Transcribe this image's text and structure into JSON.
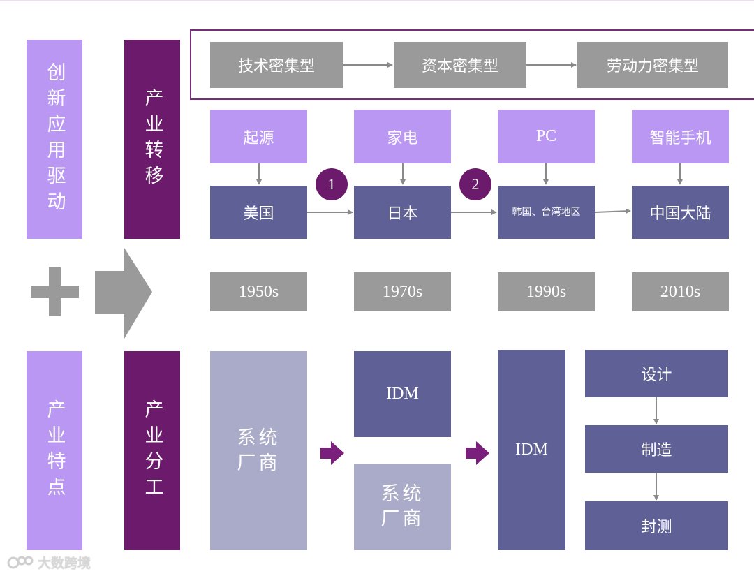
{
  "left_labels": {
    "innovation": "创新应用驱动",
    "industry_traits": "产业特点"
  },
  "mid_labels": {
    "transfer": "产业转移",
    "division": "产业分工"
  },
  "intensity": [
    "技术密集型",
    "资本密集型",
    "劳动力密集型"
  ],
  "drivers": [
    "起源",
    "家电",
    "PC",
    "智能手机"
  ],
  "regions": [
    "美国",
    "日本",
    "韩国、台湾地区",
    "中国大陆"
  ],
  "wave_numbers": [
    "1",
    "2"
  ],
  "years": [
    "1950s",
    "1970s",
    "1990s",
    "2010s"
  ],
  "division": {
    "stage1": "系统厂商",
    "stage2_top": "IDM",
    "stage2_bottom": "系统厂商",
    "stage3": "IDM",
    "stage4": [
      "设计",
      "制造",
      "封测"
    ]
  },
  "watermark": "大数跨境",
  "colors": {
    "light_purple": "#b997f3",
    "dark_purple": "#6b1a6c",
    "gray": "#9a9a9a",
    "navy": "#5f6095",
    "pale": "#aaabc8"
  }
}
